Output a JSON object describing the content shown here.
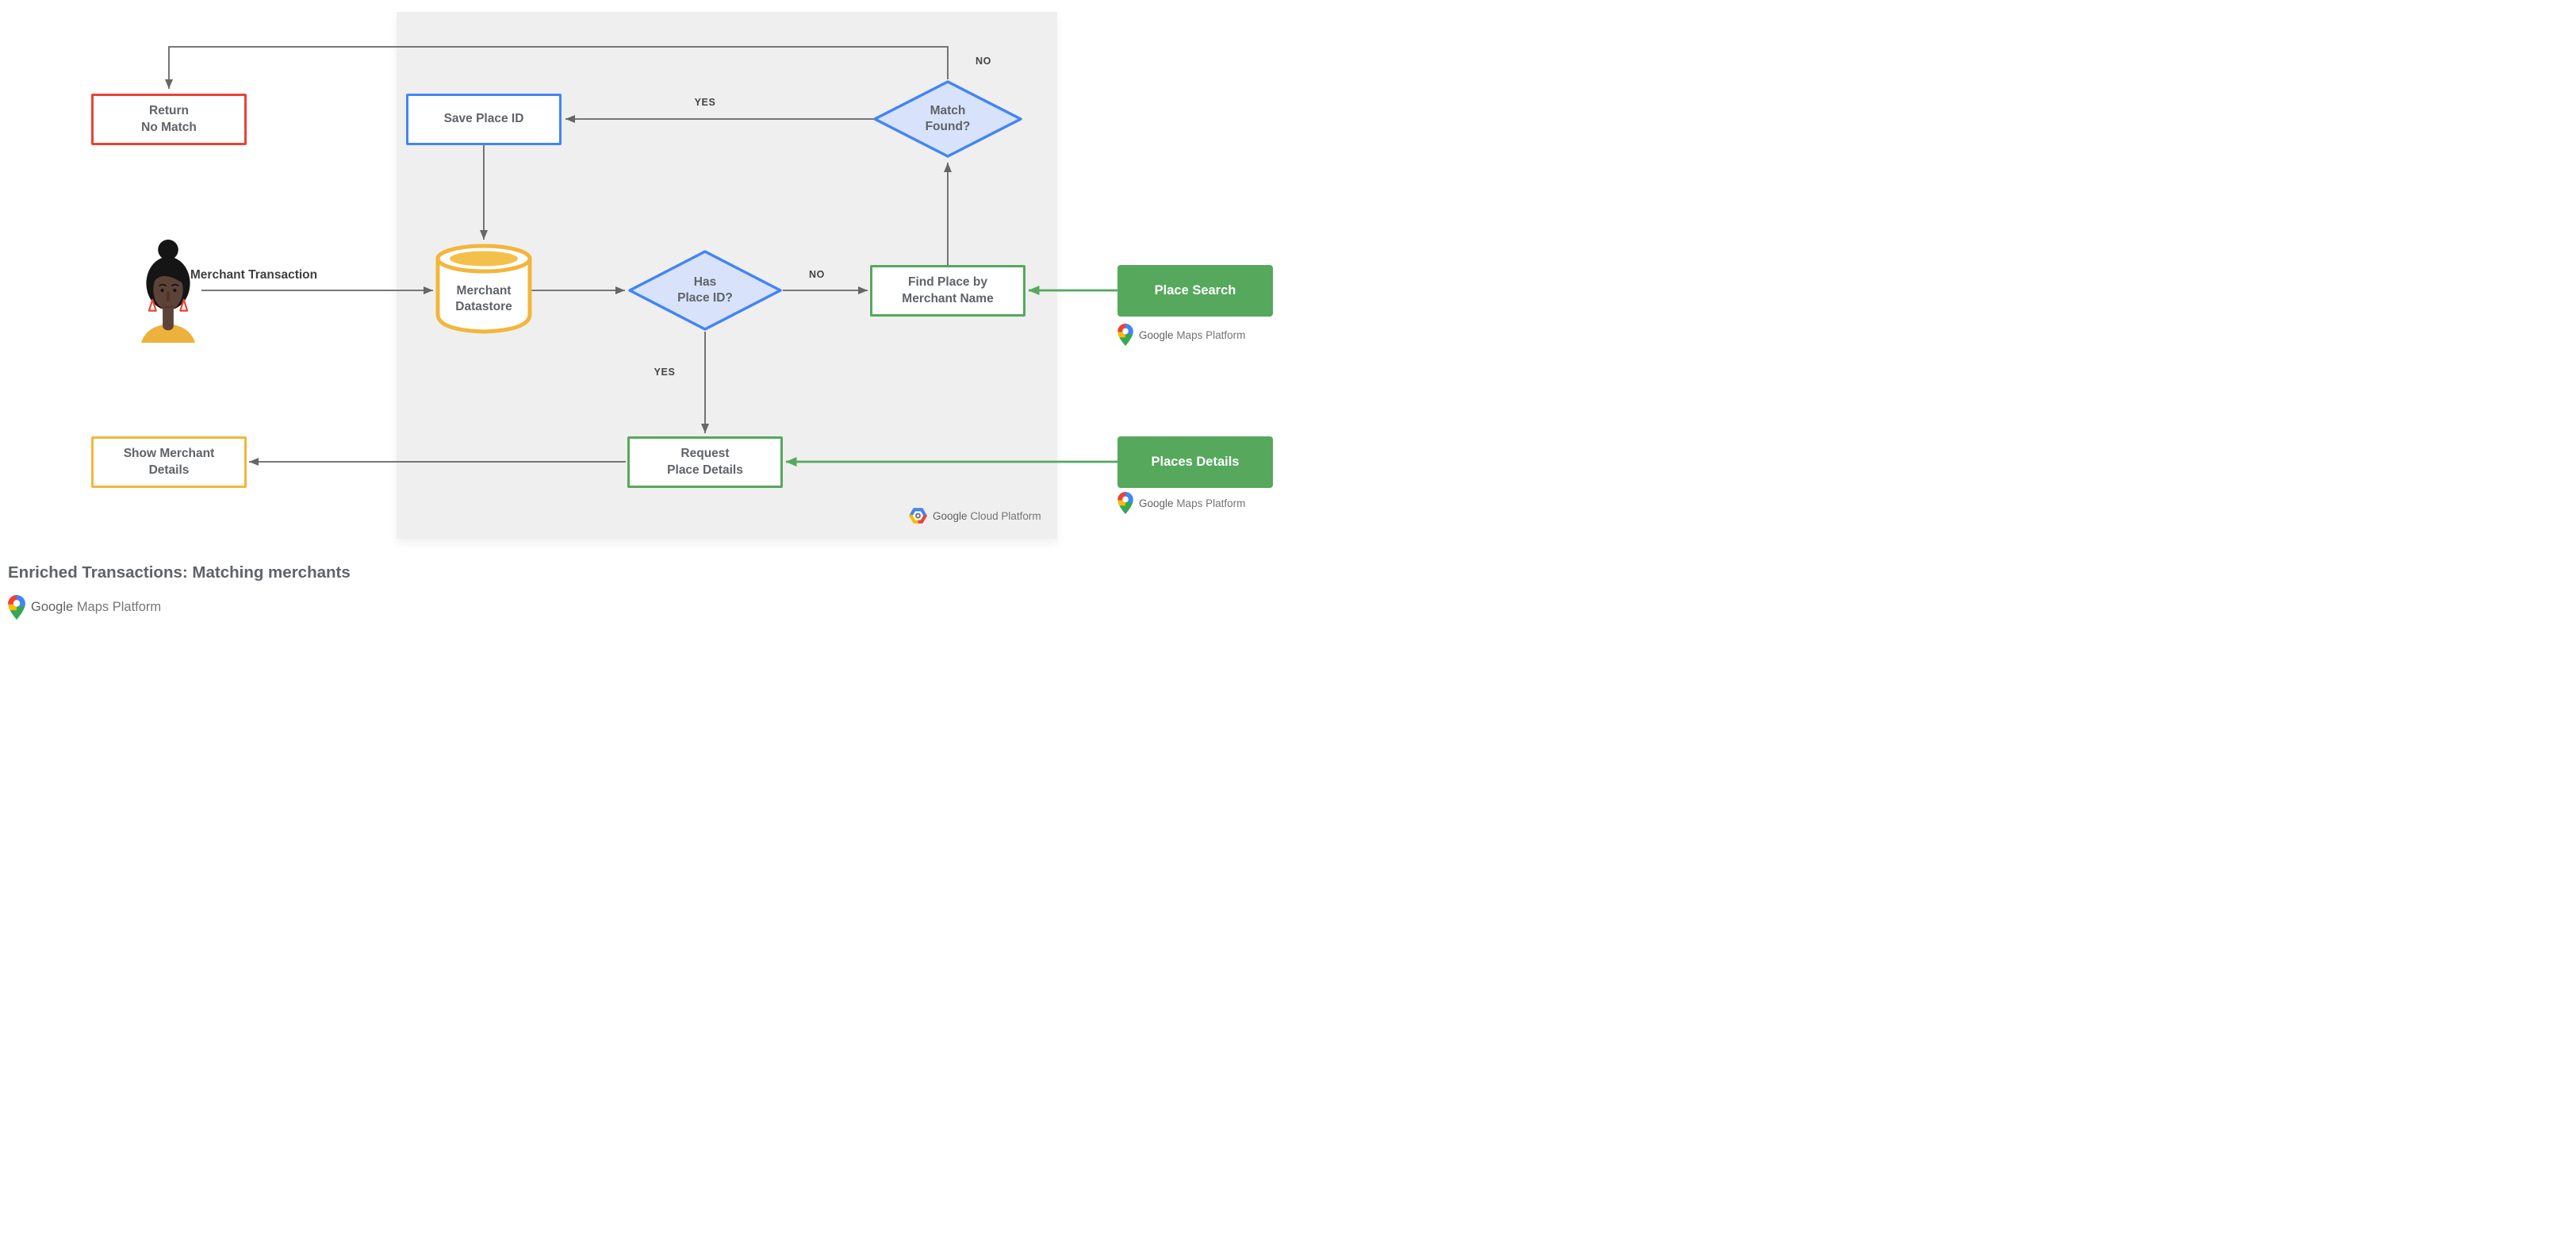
{
  "title": "Enriched Transactions: Matching merchants",
  "nodes": {
    "return_no_match": {
      "line1": "Return",
      "line2": "No Match"
    },
    "save_place_id": {
      "label": "Save Place ID"
    },
    "match_found": {
      "line1": "Match",
      "line2": "Found?"
    },
    "merchant_datastore": {
      "line1": "Merchant",
      "line2": "Datastore"
    },
    "has_place_id": {
      "line1": "Has",
      "line2": "Place ID?"
    },
    "find_place": {
      "line1": "Find Place by",
      "line2": "Merchant Name"
    },
    "place_search": {
      "label": "Place Search"
    },
    "request_place_details": {
      "line1": "Request",
      "line2": "Place Details"
    },
    "places_details": {
      "label": "Places Details"
    },
    "show_merchant_details": {
      "line1": "Show Merchant",
      "line2": "Details"
    }
  },
  "edges": {
    "no_top": "NO",
    "yes_top": "YES",
    "no_mid": "NO",
    "yes_mid": "YES",
    "merchant_transaction": "Merchant Transaction"
  },
  "logos": {
    "gmp": {
      "google": "Google",
      "rest": "Maps Platform"
    },
    "gcp": {
      "google": "Google",
      "rest": "Cloud Platform"
    }
  },
  "colors": {
    "red": "#E94335",
    "blue": "#4285F4",
    "blue_fill": "#D8E3FB",
    "yellow": "#F2B63C",
    "green": "#55A85C",
    "gray_line": "#666666",
    "text_gray": "#5F6368",
    "panel_gray": "#EFEFEF"
  }
}
